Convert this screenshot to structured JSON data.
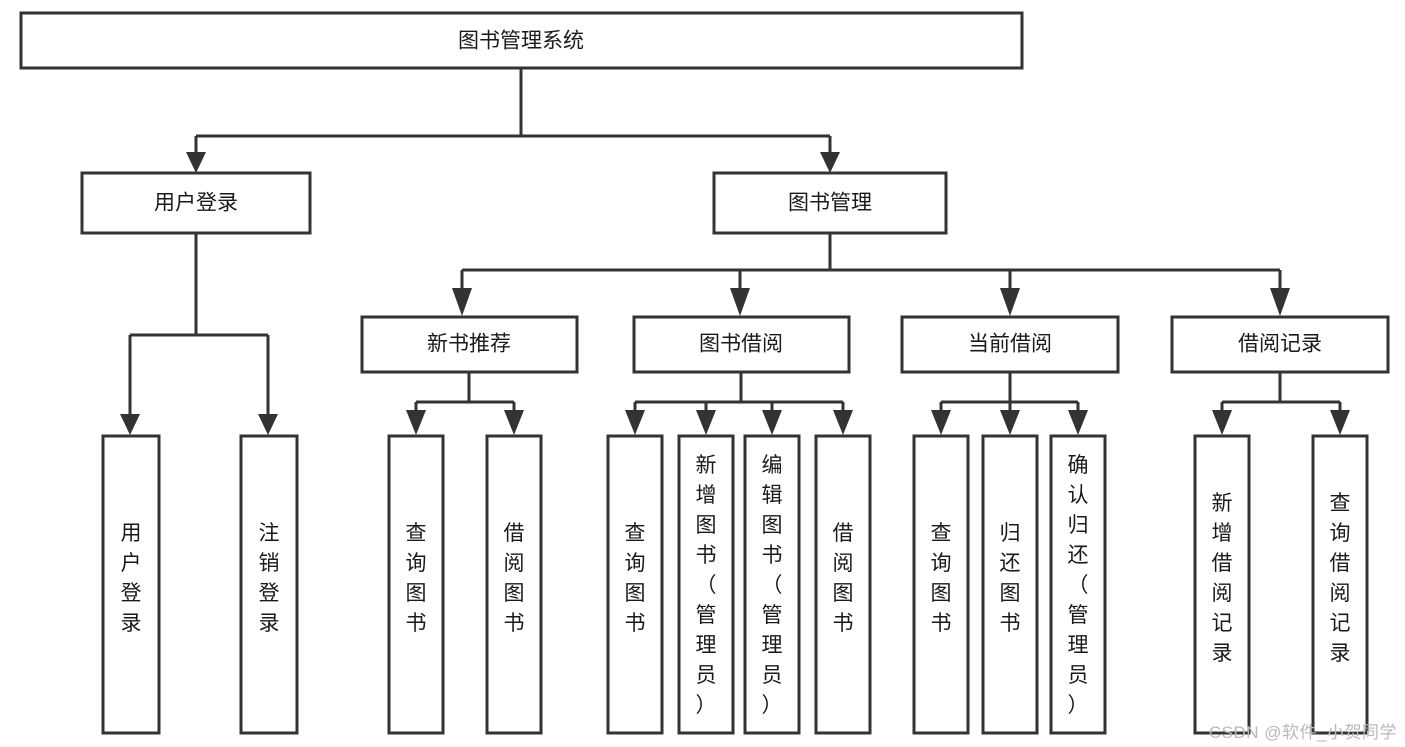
{
  "diagram": {
    "type": "tree",
    "title": "图书管理系统",
    "watermark": "CSDN @软件_小贺同学",
    "colors": {
      "stroke": "#333333",
      "fill": "#ffffff",
      "text": "#1a1a1a",
      "watermark": "#b9b9b9",
      "background": "#ffffff"
    },
    "nodes": {
      "root": {
        "label": "图书管理系统"
      },
      "level1": [
        {
          "label": "用户登录"
        },
        {
          "label": "图书管理"
        }
      ],
      "level2": [
        {
          "label": "新书推荐"
        },
        {
          "label": "图书借阅"
        },
        {
          "label": "当前借阅"
        },
        {
          "label": "借阅记录"
        }
      ],
      "leaves_user_login": [
        {
          "label": "用户登录"
        },
        {
          "label": "注销登录"
        }
      ],
      "leaves_new_book": [
        {
          "label": "查询图书"
        },
        {
          "label": "借阅图书"
        }
      ],
      "leaves_borrow": [
        {
          "label": "查询图书"
        },
        {
          "label": "新增图书（管理员）"
        },
        {
          "label": "编辑图书（管理员）"
        },
        {
          "label": "借阅图书"
        }
      ],
      "leaves_current": [
        {
          "label": "查询图书"
        },
        {
          "label": "归还图书"
        },
        {
          "label": "确认归还（管理员）"
        }
      ],
      "leaves_records": [
        {
          "label": "新增借阅记录"
        },
        {
          "label": "查询借阅记录"
        }
      ]
    },
    "edges": [
      {
        "from": "图书管理系统",
        "to": "用户登录"
      },
      {
        "from": "图书管理系统",
        "to": "图书管理"
      },
      {
        "from": "用户登录",
        "to": "用户登录"
      },
      {
        "from": "用户登录",
        "to": "注销登录"
      },
      {
        "from": "图书管理",
        "to": "新书推荐"
      },
      {
        "from": "图书管理",
        "to": "图书借阅"
      },
      {
        "from": "图书管理",
        "to": "当前借阅"
      },
      {
        "from": "图书管理",
        "to": "借阅记录"
      },
      {
        "from": "新书推荐",
        "to": "查询图书"
      },
      {
        "from": "新书推荐",
        "to": "借阅图书"
      },
      {
        "from": "图书借阅",
        "to": "查询图书"
      },
      {
        "from": "图书借阅",
        "to": "新增图书（管理员）"
      },
      {
        "from": "图书借阅",
        "to": "编辑图书（管理员）"
      },
      {
        "from": "图书借阅",
        "to": "借阅图书"
      },
      {
        "from": "当前借阅",
        "to": "查询图书"
      },
      {
        "from": "当前借阅",
        "to": "归还图书"
      },
      {
        "from": "当前借阅",
        "to": "确认归还（管理员）"
      },
      {
        "from": "借阅记录",
        "to": "新增借阅记录"
      },
      {
        "from": "借阅记录",
        "to": "查询借阅记录"
      }
    ]
  }
}
